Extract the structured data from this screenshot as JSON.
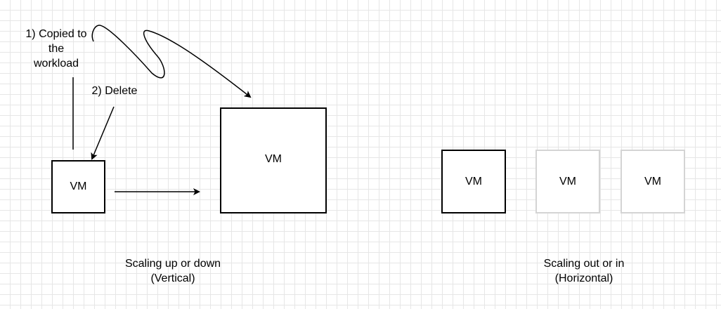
{
  "annotations": {
    "copied_line1": "1) Copied to",
    "copied_line2": "the",
    "copied_line3": "workload",
    "delete": "2) Delete"
  },
  "vertical": {
    "small_vm": "VM",
    "large_vm": "VM",
    "caption_line1": "Scaling up or down",
    "caption_line2": "(Vertical)"
  },
  "horizontal": {
    "vm_1": "VM",
    "vm_2": "VM",
    "vm_3": "VM",
    "caption_line1": "Scaling out or in",
    "caption_line2": "(Horizontal)"
  },
  "colors": {
    "grid": "#e6e6e6",
    "stroke": "#000000",
    "faded_stroke": "#d4d4d4"
  }
}
